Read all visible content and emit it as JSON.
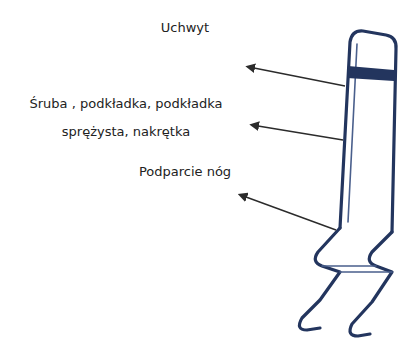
{
  "diagram": {
    "labels": [
      "Uchwyt",
      "Śruba , podkładka, podkładka sprężysta, nakrętka",
      "Podparcie nóg"
    ]
  }
}
